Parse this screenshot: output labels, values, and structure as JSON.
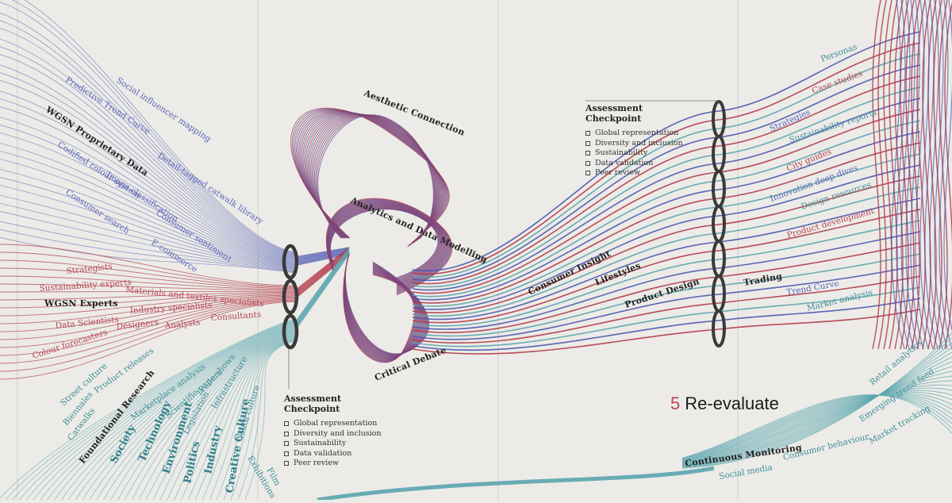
{
  "colors": {
    "background": "#ecebe7",
    "blue": "#4a55b0",
    "red": "#b23a48",
    "teal": "#5aa5ae",
    "ring": "#3a3a3a"
  },
  "left_blue_group": {
    "title": "WGSN Proprietary Data",
    "items": [
      "Social influencer mapping",
      "Predictive Trend Curve",
      "Detail-tagged catwalk library",
      "Codified colour system",
      "Consumer sentiment",
      "Image classification",
      "Consumer search",
      "E-commerce"
    ]
  },
  "left_red_group": {
    "title": "WGSN Experts",
    "items": [
      "Strategists",
      "Sustainability experts",
      "Materials and textiles specialists",
      "Industry specialists",
      "Consultants",
      "Data Scientists",
      "Designers",
      "Analysts",
      "Colour forecasters"
    ]
  },
  "left_teal_group": {
    "title": "Foundational Research",
    "items": [
      "Street culture",
      "Biennales",
      "Product releases",
      "Catwalks",
      "Marketplace analysis",
      "Scientific papers",
      "Trade shows",
      "Legislation",
      "Infrastructure",
      "Youth culture",
      "Exhibitions",
      "Film"
    ],
    "categories": [
      "Society",
      "Technology",
      "Environment",
      "Politics",
      "Industry",
      "Creative Culture"
    ]
  },
  "knot_labels": [
    "Aesthetic Connection",
    "Analytics and Data Modelling",
    "Critical Debate"
  ],
  "checkpoint_left": {
    "title_line1": "Assessment",
    "title_line2": "Checkpoint",
    "items": [
      "Global representation",
      "Diversity and inclusion",
      "Sustainability",
      "Data validation",
      "Peer review"
    ]
  },
  "checkpoint_right": {
    "title_line1": "Assessment",
    "title_line2": "Checkpoint",
    "items": [
      "Global representation",
      "Diversity and inclusion",
      "Sustainability",
      "Data validation",
      "Peer review"
    ]
  },
  "output_stages": [
    "Consumer Insight",
    "Lifestyles",
    "Product Design",
    "Trading"
  ],
  "right_outputs": [
    "Personas",
    "Case studies",
    "Strategies",
    "Sustainability reports",
    "City guides",
    "Innovation deep dives",
    "Design resources",
    "Product development",
    "Trend Curve",
    "Market analysis"
  ],
  "step": {
    "number": "5",
    "label": "Re-evaluate"
  },
  "monitoring": {
    "title": "Continuous Monitoring",
    "items": [
      "Social media",
      "Consumer behaviour",
      "Market tracking",
      "Emerging trend feed",
      "Retail analytics"
    ]
  }
}
